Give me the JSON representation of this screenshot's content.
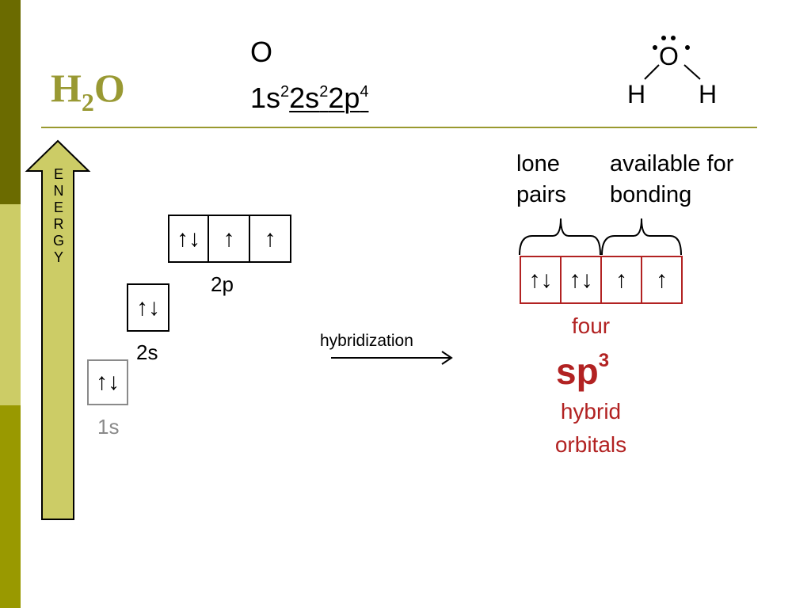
{
  "title": {
    "main": "H",
    "sub": "2",
    "tail": "O"
  },
  "element": "O",
  "configuration": {
    "s1": "1s",
    "s1_exp": "2",
    "s2": "2s",
    "s2_exp": "2",
    "p2": "2p",
    "p2_exp": "4"
  },
  "lewis": {
    "center": "O",
    "left": "H",
    "right": "H"
  },
  "energy_axis": "E\nN\nE\nR\nG\nY",
  "orbitals": {
    "p2": {
      "label": "2p",
      "boxes": [
        "↑↓",
        "↑",
        "↑"
      ]
    },
    "s2": {
      "label": "2s",
      "box": "↑↓"
    },
    "s1": {
      "label": "1s",
      "box": "↑↓"
    }
  },
  "arrow_label": "hybridization",
  "groups": {
    "lone_pairs": [
      "lone",
      "pairs"
    ],
    "bonding": [
      "available for",
      "bonding"
    ]
  },
  "hybrid_boxes": [
    "↑↓",
    "↑↓",
    "↑",
    "↑"
  ],
  "result": {
    "count": "four",
    "name": "sp",
    "name_exp": "3",
    "line1": "hybrid",
    "line2": "orbitals"
  },
  "colors": {
    "accent": "#999933",
    "hybrid": "#b22222",
    "core": "#8a8a8a"
  }
}
